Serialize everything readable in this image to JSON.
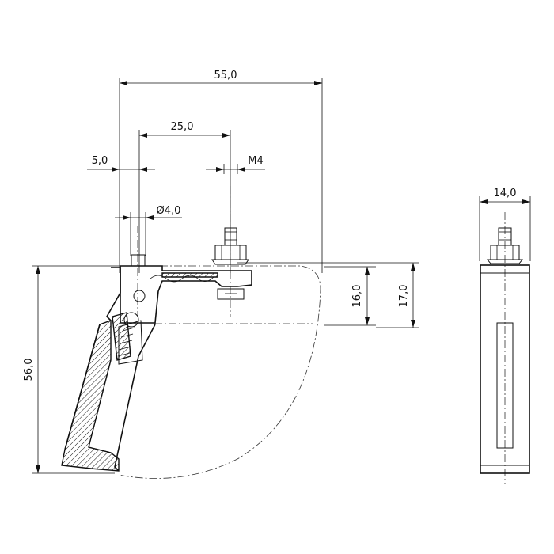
{
  "drawing": {
    "dimensions": {
      "width_55": "55,0",
      "width_25": "25,0",
      "offset_5": "5,0",
      "thread_m4": "M4",
      "diameter_4": "Ø4,0",
      "side_width_14": "14,0",
      "height_16": "16,0",
      "height_17": "17,0",
      "height_56": "56,0"
    }
  }
}
